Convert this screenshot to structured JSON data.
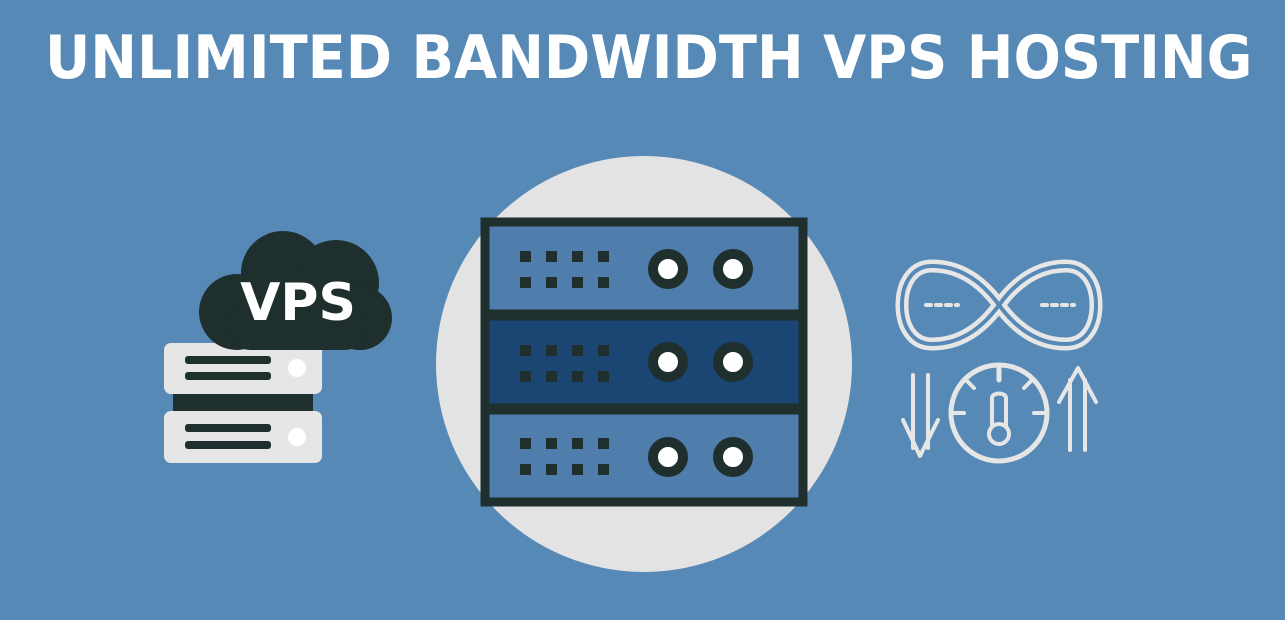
{
  "banner": {
    "title": "UNLIMITED BANDWIDTH VPS HOSTING",
    "background_color": "#5689b6"
  },
  "vps_icon": {
    "label": "VPS",
    "icon": "cloud-server-icon"
  },
  "server_rack_icon": {
    "icon": "server-rack-icon",
    "units": 3
  },
  "bandwidth_icon": {
    "icons": [
      "infinity-icon",
      "download-arrows-icon",
      "speedometer-icon",
      "upload-arrows-icon"
    ]
  },
  "colors": {
    "dark": "#1f2f2e",
    "light": "#e6e6e6",
    "rack_blue": "#4f7eac",
    "rack_navy": "#1b4572"
  }
}
